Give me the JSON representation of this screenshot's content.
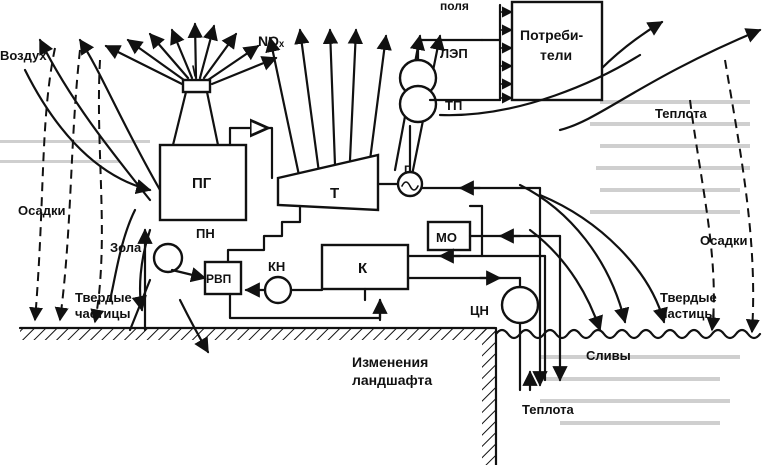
{
  "labels": {
    "vozdukh": "Воздух",
    "nox": "NOₓ",
    "pole": "поля",
    "lep": "ЛЭП",
    "tp": "ТП",
    "potrebiteli_1": "Потреби-",
    "potrebiteli_2": "тели",
    "teplota_right": "Теплота",
    "osadki_left": "Осадки",
    "osadki_right": "Осадки",
    "pg": "ПГ",
    "t": "Т",
    "g": "Г",
    "mo": "МО",
    "k": "К",
    "kn": "КН",
    "pn": "ПН",
    "rvp": "РВП",
    "tsn": "ЦН",
    "zola": "Зола",
    "tverdye_left_1": "Твердые",
    "tverdye_left_2": "частицы",
    "tverdye_right_1": "Твердые",
    "tverdye_right_2": "частицы",
    "izmeneniya_1": "Изменения",
    "izmeneniya_2": "ландшафта",
    "slivy": "Сливы",
    "teplota_bottom": "Теплота"
  },
  "colors": {
    "ink": "#111111",
    "background": "#ffffff"
  }
}
